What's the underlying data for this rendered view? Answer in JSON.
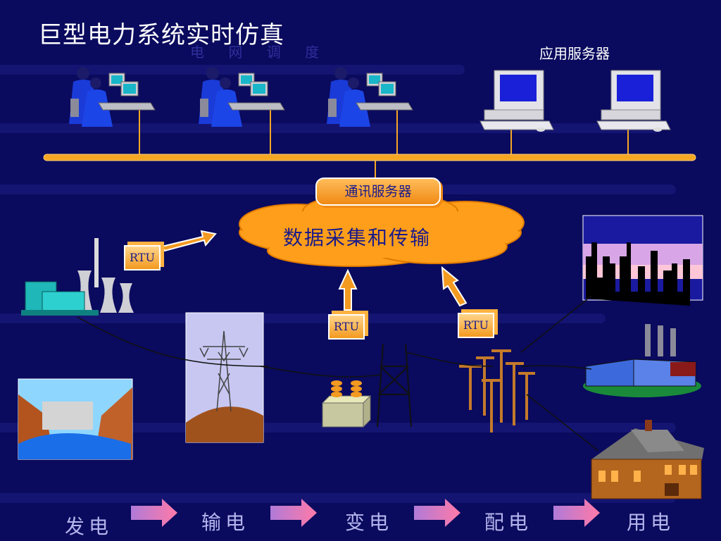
{
  "title": "巨型电力系统实时仿真",
  "grid_dispatch_label": "电 网 调 度",
  "app_server_label": "应用服务器",
  "comm_server_label": "通讯服务器",
  "cloud_label": "数据采集和传输",
  "rtu_label": "RTU",
  "stages": [
    "发电",
    "输电",
    "变电",
    "配电",
    "用电"
  ],
  "colors": {
    "background": "#0a0a5e",
    "bus": "#f5a623",
    "cloud": "#ff9e1a",
    "text_dark": "#1a1a8a",
    "stage_text": "#b5b5ee"
  }
}
